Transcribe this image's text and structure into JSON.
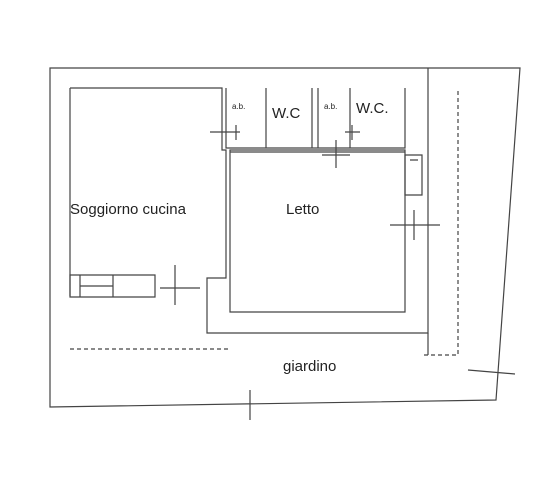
{
  "floor_plan": {
    "rooms": {
      "living_kitchen": "Soggiorno cucina",
      "bedroom": "Letto",
      "wc_1": "W.C",
      "wc_2": "W.C.",
      "ab_1": "a.b.",
      "ab_2": "a.b.",
      "garden": "giardino"
    },
    "colors": {
      "wall": "#555555",
      "line": "#333333",
      "background": "#ffffff"
    }
  }
}
